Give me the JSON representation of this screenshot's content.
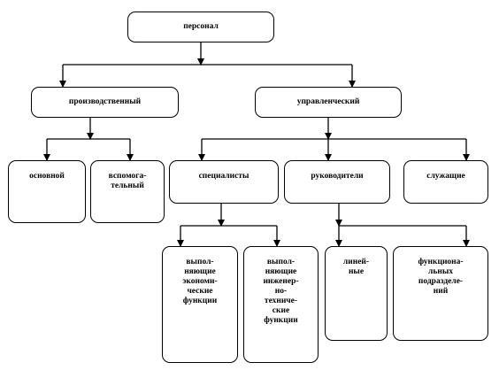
{
  "nodes": {
    "root": "персонал",
    "production": "производственный",
    "management": "управленческий",
    "main": "основной",
    "auxiliary": "вспомога-\nтельный",
    "specialists": "специалисты",
    "managers": "руководители",
    "employees": "служащие",
    "economic": "выпол-\nняющие\nэкономи-\nческие\nфункции",
    "engineering": "выпол-\nняющие\nинженер-\nно-\nтехниче-\nские\nфункции",
    "linear": "линей-\nные",
    "functional": "функциона-\nльных\nподразделе-\nний"
  }
}
